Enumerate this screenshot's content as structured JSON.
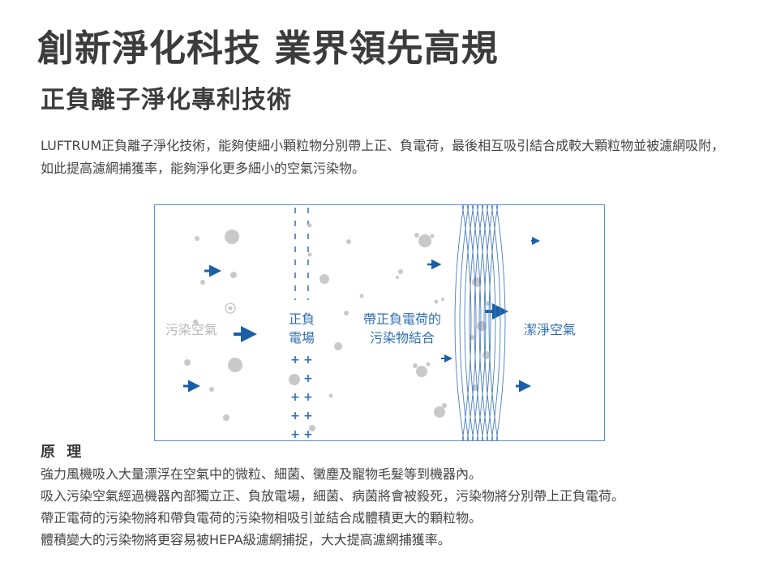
{
  "page": {
    "title": "創新淨化科技 業界領先高規",
    "subtitle": "正負離子淨化專利技術",
    "intro": "LUFTRUM正負離子淨化技術，能夠使細小顆粒物分別帶上正、負電荷，最後相互吸引結合成較大顆粒物並被濾網吸附，如此提高濾網捕獲率，能夠淨化更多細小的空氣污染物。"
  },
  "diagram": {
    "labels": {
      "polluted_air": "污染空氣",
      "field_line1": "正負",
      "field_line2": "電場",
      "charged_line1": "帶正負電荷的",
      "charged_line2": "污染物結合",
      "clean_air": "潔淨空氣"
    },
    "colors": {
      "frame": "#5b8fd0",
      "arrow": "#1a5fa6",
      "dashes": "#2f6fb7",
      "filter": "#4a7fc1",
      "particle": "#c9c9c9",
      "label_gray": "#b8b8b8",
      "label_blue": "#2f6fb0"
    },
    "plus_marks": [
      "+",
      "+",
      "+",
      "+",
      "+",
      "+",
      "+",
      "+",
      "+",
      "+"
    ]
  },
  "principle": {
    "title": "原 理",
    "items": [
      "強力風機吸入大量漂浮在空氣中的微粒、細菌、黴塵及寵物毛髮等到機器內。",
      "吸入污染空氣經過機器內部獨立正、負放電場，細菌、病菌將會被殺死，污染物將分別帶上正負電荷。",
      "帶正電荷的污染物將和帶負電荷的污染物相吸引並結合成體積更大的顆粒物。",
      "體積變大的污染物將更容易被HEPA級濾網捕捉，大大提高濾網捕獲率。"
    ]
  }
}
